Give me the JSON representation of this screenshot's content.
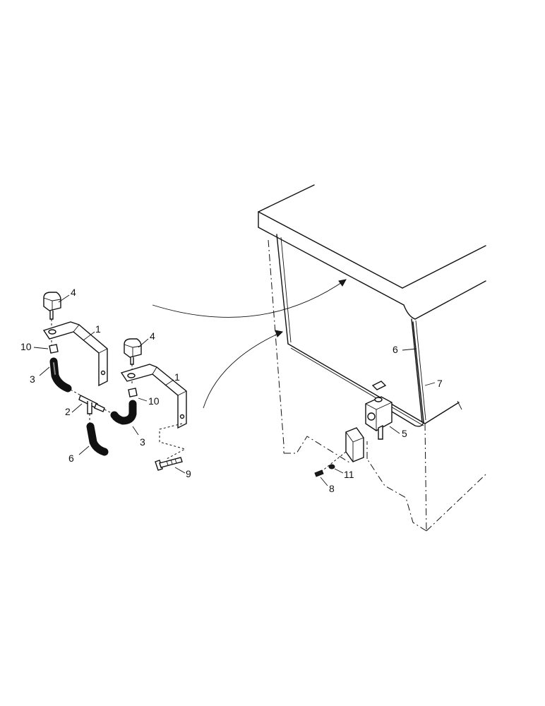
{
  "callouts": {
    "nozzle_left": "4",
    "nozzle_right": "4",
    "bracket_left": "1",
    "bracket_right": "1",
    "fitting_left": "10",
    "fitting_right": "10",
    "hose_left": "3",
    "hose_right": "3",
    "tee": "2",
    "hose_supply": "6",
    "bolt": "9",
    "supply_line": "6",
    "line_clip": "7",
    "pump": "5",
    "washer": "11",
    "screw": "8"
  }
}
